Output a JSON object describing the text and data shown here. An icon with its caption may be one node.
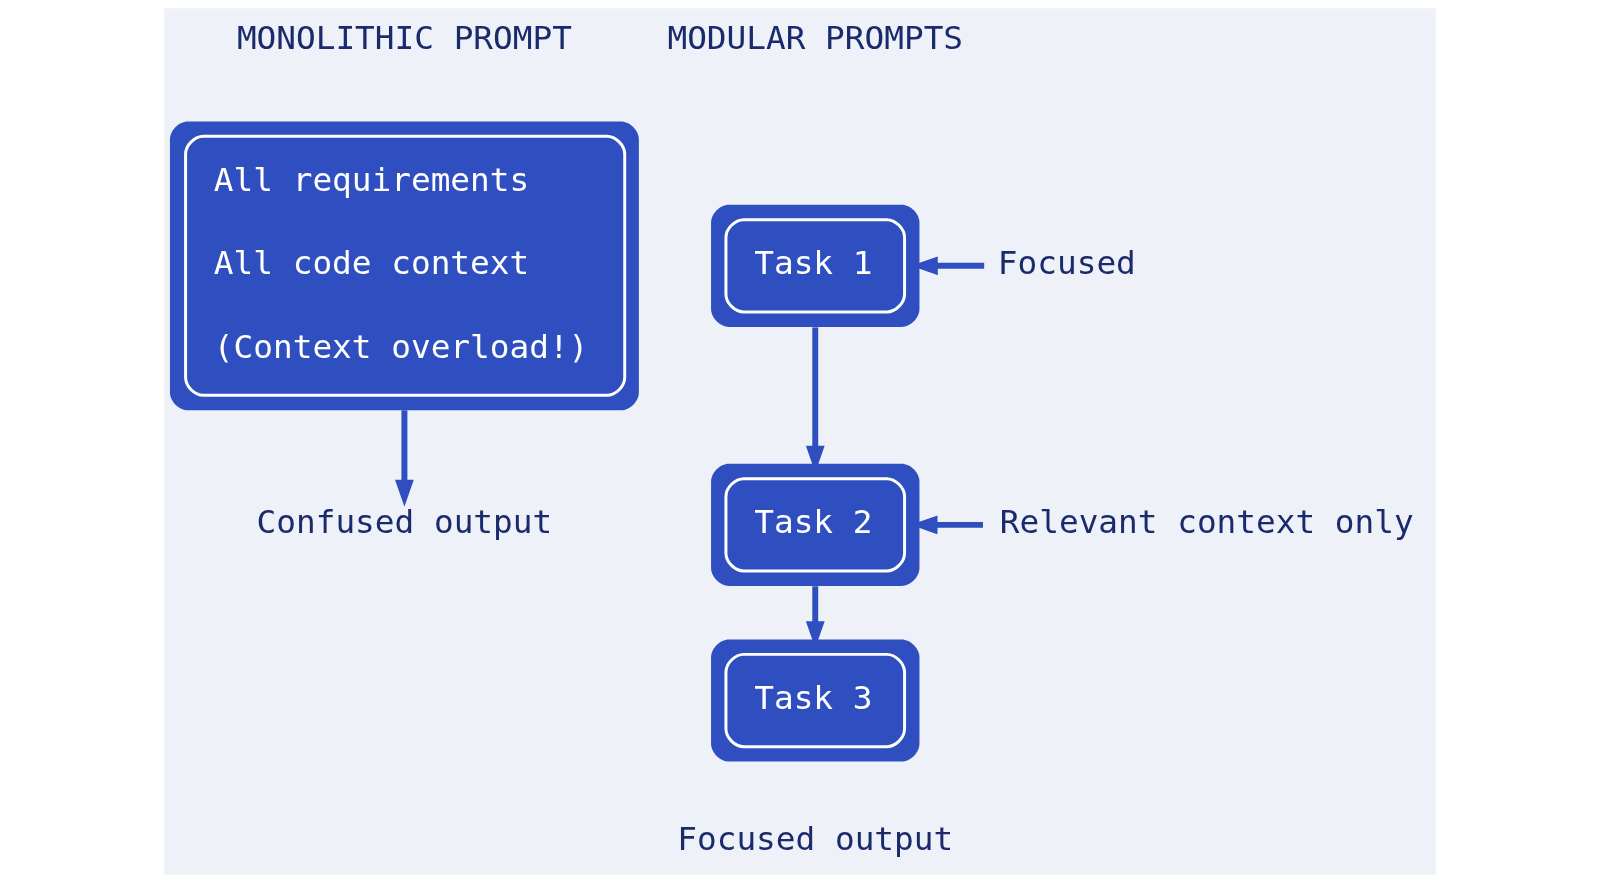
{
  "diagram": {
    "nodes": [
      {
        "text": [
          "All requirements",
          "All code context",
          "(Context overload!)"
        ]
      },
      {
        "text": [
          "Confused output"
        ]
      },
      {
        "text": [
          "Task 1"
        ]
      },
      {
        "text": [
          "Task 2"
        ]
      },
      {
        "text": [
          "Task 3"
        ]
      },
      {
        "text": [
          "Focused"
        ]
      },
      {
        "text": [
          "Relevant context only"
        ]
      }
    ],
    "edges": [
      {
        "from": 0,
        "to": 1,
        "arrow": "to"
      },
      {
        "from": 2,
        "to": 3,
        "arrow": "to"
      },
      {
        "from": 3,
        "to": 4,
        "arrow": "to"
      },
      {
        "from": 5,
        "to": 2,
        "arrow": "to"
      },
      {
        "from": 6,
        "to": 3,
        "arrow": "to"
      }
    ],
    "labels": [
      "MONOLITHIC PROMPT",
      "MODULAR PROMPTS",
      "Focused output"
    ]
  }
}
